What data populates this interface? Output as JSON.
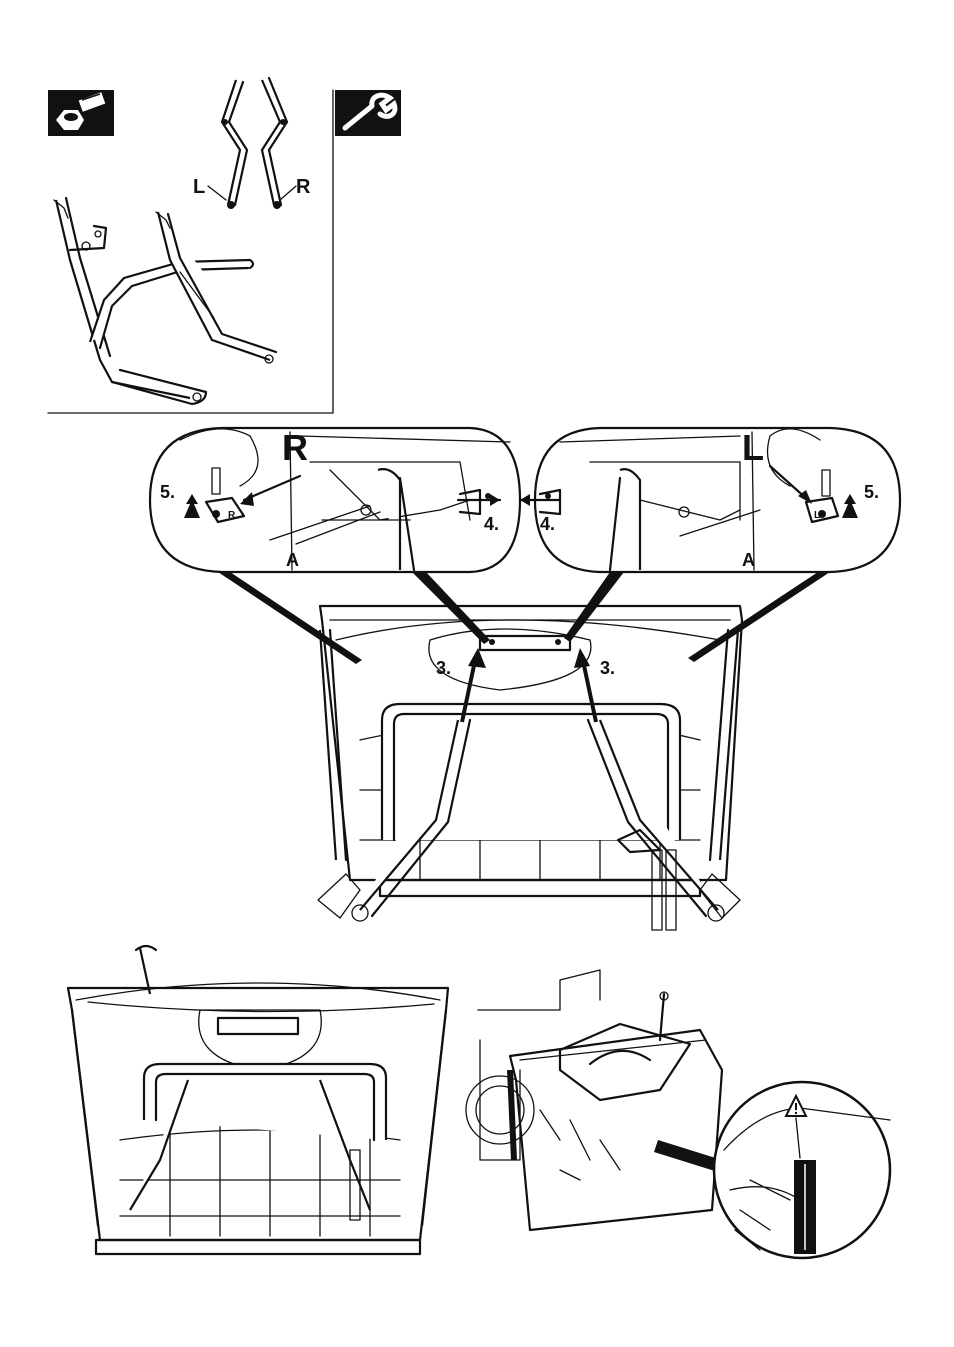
{
  "icons": {
    "tools_icon": "nut-and-bolt-icon",
    "wrench_icon": "wrench-icon",
    "warning_icon": "warning-triangle-icon"
  },
  "top_panel": {
    "left_label": "L",
    "right_label": "R"
  },
  "detail_right": {
    "side_letter": "R",
    "step_lift": "5.",
    "part_label": "A",
    "step_slide": "4.",
    "tab_mark": "R"
  },
  "detail_left": {
    "side_letter": "L",
    "step_lift": "5.",
    "part_label": "A",
    "step_slide": "4.",
    "tab_mark": "L"
  },
  "main_view": {
    "step_insert_left": "3.",
    "step_insert_right": "3."
  },
  "colors": {
    "ink": "#111111",
    "paper": "#ffffff"
  }
}
